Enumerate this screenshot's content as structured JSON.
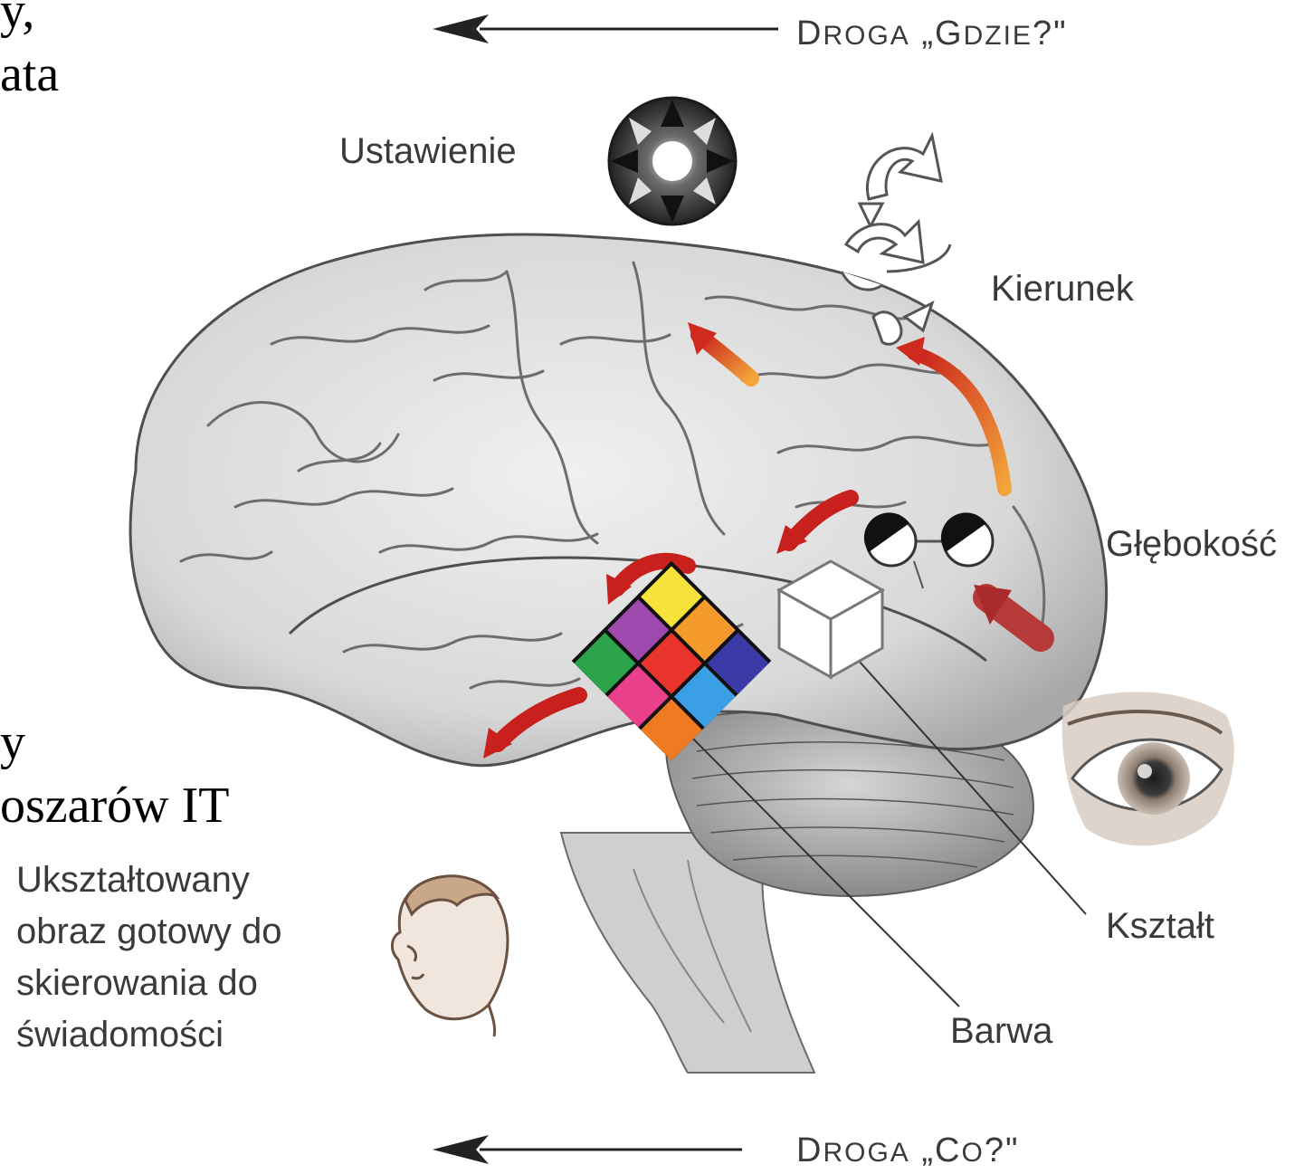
{
  "fragments": {
    "top_line1": "y,",
    "top_line2": "ata",
    "bottom_line1": "y",
    "bottom_line2": "oszarów IT"
  },
  "pathways": {
    "where_prefix": "D",
    "where_small": "ROGA",
    "where_mid": " „G",
    "where_small2": "DZIE",
    "where_suffix": "?\"",
    "what_prefix": "D",
    "what_small": "ROGA",
    "what_mid": " „C",
    "what_small2": "O",
    "what_suffix": "?\""
  },
  "labels": {
    "ustawienie": "Ustawienie",
    "kierunek": "Kierunek",
    "glebokosc": "Głębokość",
    "ksztalt": "Kształt",
    "barwa": "Barwa",
    "formed_image": [
      "Ukształtowany",
      "obraz gotowy do",
      "skierowania do",
      "świadomości"
    ]
  },
  "colors": {
    "arrow_red": "#c8201c",
    "arrow_orange": "#f08a2c",
    "brain_fill": "#dcdcdc",
    "brain_line": "#5a5a5a",
    "grid": [
      "#f6e23a",
      "#f59a2c",
      "#3b3aa6",
      "#a04ab0",
      "#e8342b",
      "#3a9fe4",
      "#2aa34a",
      "#e8408a",
      "#f07a22"
    ]
  },
  "icons": [
    "compass-icon",
    "rotation-arrows-icon",
    "depth-spheres-icon",
    "cube-icon",
    "color-grid-icon",
    "eye-icon",
    "child-head-icon"
  ]
}
